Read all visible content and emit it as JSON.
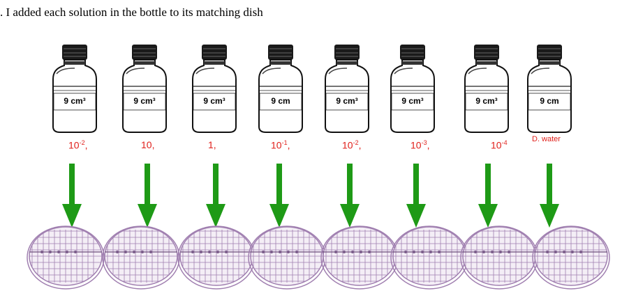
{
  "question": ". I added each solution in the bottle to its matching dish",
  "bottles": [
    {
      "label": "9 cm³",
      "conc_base": "10",
      "conc_exp": "-2",
      "conc_tail": ","
    },
    {
      "label": "9 cm³",
      "conc_base": "10,",
      "conc_exp": "",
      "conc_tail": ""
    },
    {
      "label": "9 cm³",
      "conc_base": "1,",
      "conc_exp": "",
      "conc_tail": ""
    },
    {
      "label": "9 cm",
      "conc_base": "10",
      "conc_exp": "-1",
      "conc_tail": ","
    },
    {
      "label": "9 cm³",
      "conc_base": "10",
      "conc_exp": "-2",
      "conc_tail": ","
    },
    {
      "label": "9 cm³",
      "conc_base": "10",
      "conc_exp": "-3",
      "conc_tail": ","
    },
    {
      "label": "9 cm³",
      "conc_base": "10",
      "conc_exp": "-4",
      "conc_tail": ""
    },
    {
      "label": "9 cm",
      "conc_base": "D. water",
      "conc_exp": "",
      "conc_tail": ""
    }
  ],
  "colors": {
    "arrow": "#1e9a16",
    "concentration": "#e0201b",
    "dish": "#a07fb0"
  }
}
